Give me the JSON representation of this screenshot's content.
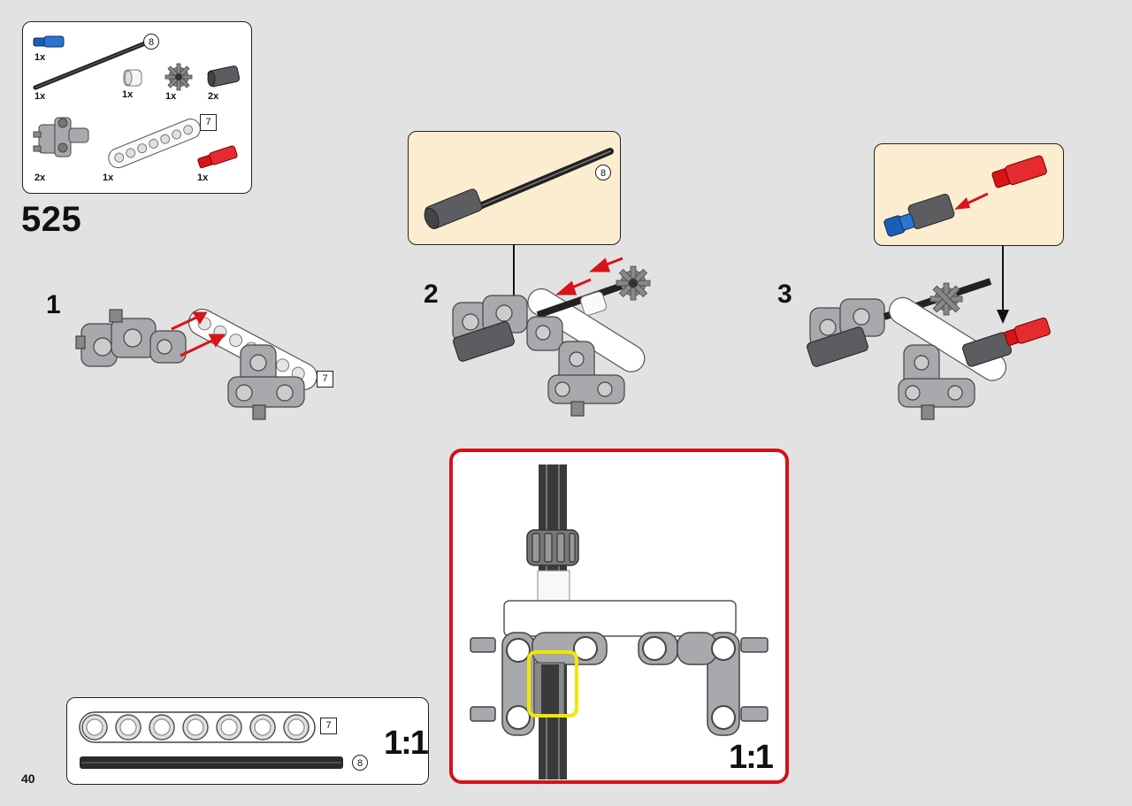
{
  "page_number": "40",
  "step_title": "525",
  "parts_list": {
    "items": [
      {
        "qty": "1x",
        "part": "blue pin"
      },
      {
        "qty": "1x",
        "part": "black axle",
        "size": "8"
      },
      {
        "qty": "1x",
        "part": "white bush"
      },
      {
        "qty": "1x",
        "part": "gear"
      },
      {
        "qty": "2x",
        "part": "dark grey connector"
      },
      {
        "qty": "2x",
        "part": "grey cross block"
      },
      {
        "qty": "1x",
        "part": "white beam",
        "size": "7"
      },
      {
        "qty": "1x",
        "part": "red pin"
      }
    ]
  },
  "substeps": [
    {
      "number": "1",
      "beam_size": "7"
    },
    {
      "number": "2",
      "callout_axle_size": "8"
    },
    {
      "number": "3"
    }
  ],
  "scale_box": {
    "label": "1:1",
    "beam_size": "7",
    "axle_size": "8"
  },
  "detail_view": {
    "label": "1:1",
    "highlight_color": "#f2e600",
    "border_color": "#d2121b"
  },
  "colors": {
    "red": "#d7141a",
    "blue": "#1a5fb4",
    "grey": "#a7a9ac",
    "dark_grey": "#55575a"
  }
}
